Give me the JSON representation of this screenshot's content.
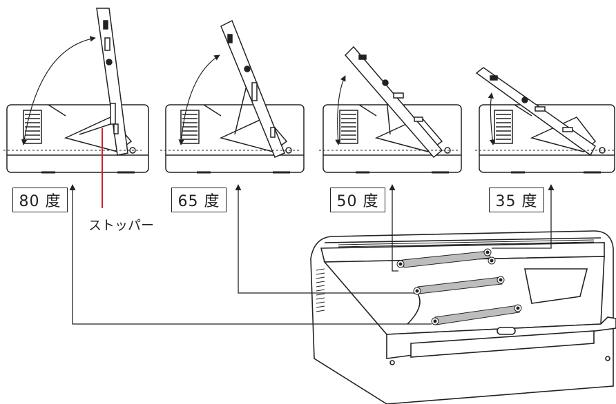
{
  "angle_labels": [
    {
      "key": "80",
      "text": "80 度"
    },
    {
      "key": "65",
      "text": "65 度"
    },
    {
      "key": "50",
      "text": "50 度"
    },
    {
      "key": "35",
      "text": "35 度"
    }
  ],
  "stopper_label": "ストッパー",
  "colors": {
    "line": "#222222",
    "stopper_line": "#d0202e",
    "bar_fill": "#bdbdbd"
  }
}
